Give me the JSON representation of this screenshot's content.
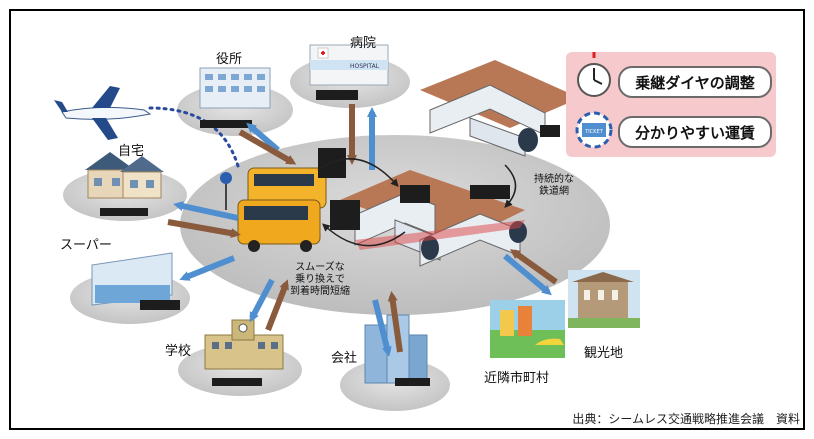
{
  "labels": {
    "city_office": "役所",
    "hospital": "病院",
    "home": "自宅",
    "supermarket": "スーパー",
    "school": "学校",
    "company": "会社",
    "neighbor_towns": "近隣市町村",
    "tourist_spot": "観光地"
  },
  "notes": {
    "smooth_transfer": "スムーズな\n乗り換えで\n到着時間短縮",
    "rail_network": "持続的な\n鉄道網"
  },
  "panel": {
    "item1": "乗継ダイヤの調整",
    "item2": "分かりやすい運賃"
  },
  "signs": {
    "hospital_sign": "HOSPITAL",
    "ticket": "TICKET"
  },
  "source": "出典：シームレス交通戦略推進会議　資料",
  "colors": {
    "panel_bg": "#f6c9cc",
    "blue_arrow": "#4f8fd0",
    "brown_arrow": "#8a5a3c",
    "bus": "#f0a81e",
    "ground": "#c8c8c8"
  }
}
